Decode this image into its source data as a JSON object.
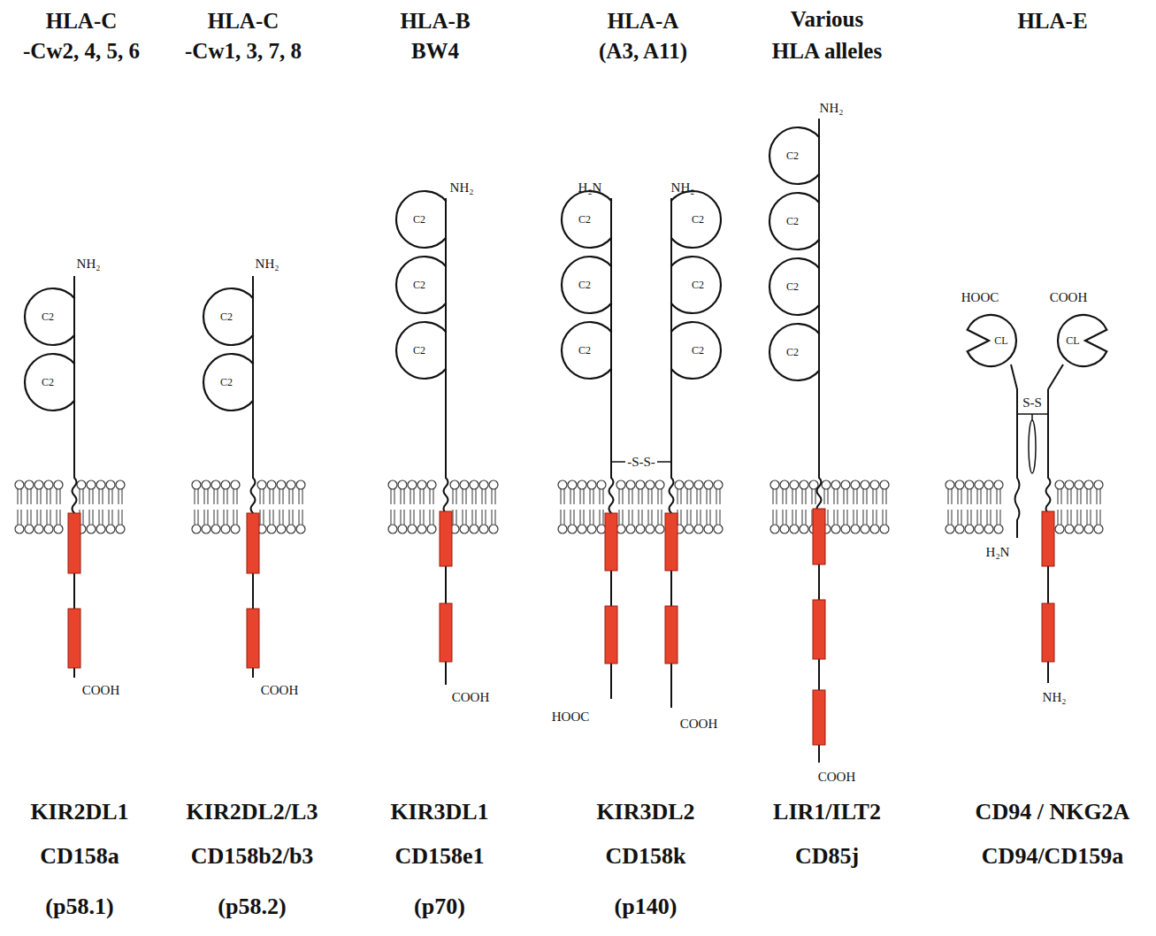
{
  "diagram": {
    "nodes": [
      {
        "text": [
          "C2"
        ]
      },
      {
        "text": [
          "C2"
        ]
      },
      {
        "text": [
          "C2"
        ]
      },
      {
        "text": [
          "C2"
        ]
      },
      {
        "text": [
          "C2"
        ]
      },
      {
        "text": [
          "C2"
        ]
      },
      {
        "text": [
          "C2"
        ]
      },
      {
        "text": [
          "C2"
        ]
      },
      {
        "text": [
          "C2"
        ]
      },
      {
        "text": [
          "C2"
        ]
      },
      {
        "text": [
          "C2"
        ]
      },
      {
        "text": [
          "C2"
        ]
      },
      {
        "text": [
          "C2"
        ]
      },
      {
        "text": [
          "C2"
        ]
      },
      {
        "text": [
          "C2"
        ]
      },
      {
        "text": [
          "C2"
        ]
      },
      {
        "text": [
          "C2"
        ]
      },
      {
        "text": [
          "CL"
        ]
      },
      {
        "text": [
          "CL"
        ]
      }
    ],
    "labels": [
      "HLA-C",
      "-Cw2, 4, 5, 6",
      "HLA-C",
      "-Cw1, 3, 7, 8",
      "HLA-B",
      "BW4",
      "HLA-A",
      "(A3, A11)",
      "Various",
      "HLA alleles",
      "HLA-E",
      "NH₂",
      "H₂N",
      "NH₂",
      "NH₂",
      "NH₂",
      "NH₂",
      "HOOC",
      "COOH",
      "S-S",
      "-S-S-",
      "H₂N",
      "COOH",
      "COOH",
      "NH₂",
      "COOH",
      "HOOC",
      "COOH",
      "COOH",
      "KIR2DL1",
      "KIR2DL2/L3",
      "KIR3DL1",
      "KIR3DL2",
      "LIR1/ILT2",
      "CD94 / NKG2A",
      "CD158a",
      "CD158b2/b3",
      "CD158e1",
      "CD158k",
      "CD85j",
      "CD94/CD159a",
      "(p58.1)",
      "(p58.2)",
      "(p70)",
      "(p140)"
    ]
  }
}
